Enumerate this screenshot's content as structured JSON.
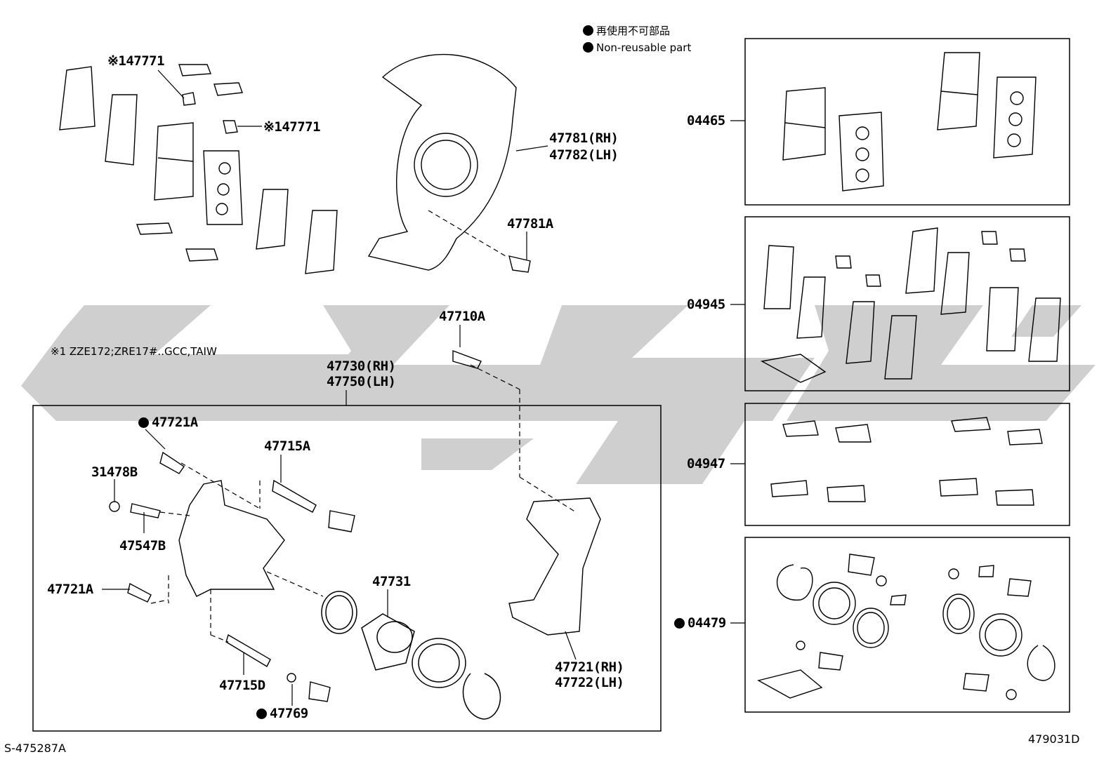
{
  "legend": {
    "jp": "再使用不可部品",
    "en": "Non-reusable part"
  },
  "note": "※1 ZZE172;ZRE17#..GCC,TAIW",
  "labels": {
    "p47771_a": "※147771",
    "p47771_b": "※147771",
    "p47781_rh": "47781(RH)",
    "p47782_lh": "47782(LH)",
    "p47781a": "47781A",
    "p47710a": "47710A",
    "p47730_rh": "47730(RH)",
    "p47750_lh": "47750(LH)",
    "p47721a_top": "47721A",
    "p47715a": "47715A",
    "p31478b": "31478B",
    "p47547b": "47547B",
    "p47721a_left": "47721A",
    "p47731": "47731",
    "p47715d": "47715D",
    "p47769": "47769",
    "p47721_rh": "47721(RH)",
    "p47722_lh": "47722(LH)",
    "k04465": "04465",
    "k04945": "04945",
    "k04947": "04947",
    "k04479": "04479"
  },
  "footer": {
    "left": "S-475287A",
    "right": "479031D"
  },
  "colors": {
    "watermark": "#cfcfcf",
    "line": "#000000"
  }
}
